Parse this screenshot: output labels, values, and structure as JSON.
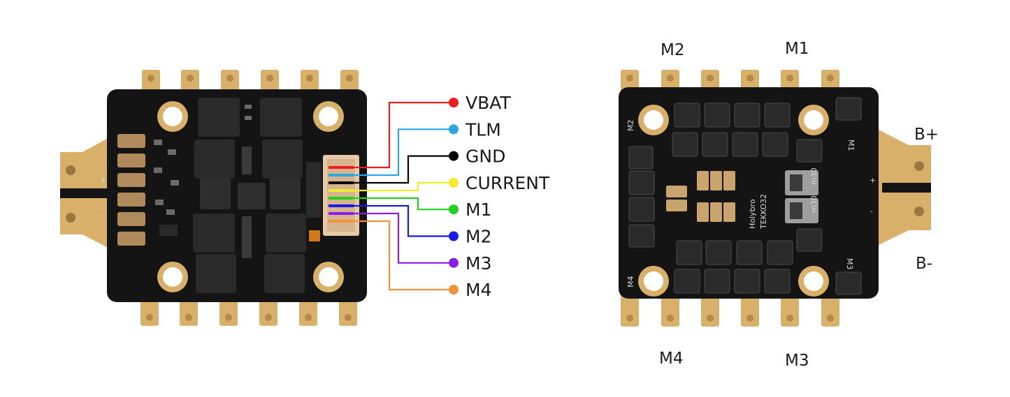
{
  "colors": {
    "background": "#ffffff",
    "pcb": "#141414",
    "pad_gold": "#d9b06a",
    "pad_gold_dark": "#b38a48",
    "chip": "#2a2a2a"
  },
  "wiring": [
    {
      "label": "VBAT",
      "color": "#ee1c1c"
    },
    {
      "label": "TLM",
      "color": "#2aa6e0"
    },
    {
      "label": "GND",
      "color": "#000000"
    },
    {
      "label": "CURRENT",
      "color": "#f2ec2a"
    },
    {
      "label": "M1",
      "color": "#22d022"
    },
    {
      "label": "M2",
      "color": "#1a1ae6"
    },
    {
      "label": "M3",
      "color": "#8a1ee8"
    },
    {
      "label": "M4",
      "color": "#f0923a"
    }
  ],
  "board_front": {
    "silk_plus": "+",
    "silk_minus": "-"
  },
  "board_back": {
    "top_labels": [
      "M2",
      "M1"
    ],
    "bottom_labels": [
      "M4",
      "M3"
    ],
    "power_labels": [
      "B+",
      "B-"
    ],
    "silk": {
      "m2": "M2",
      "m1": "M1",
      "m3": "M3",
      "m4": "M4",
      "plus": "+",
      "minus": "-",
      "brand": "Holybro",
      "model": "TEKKO32",
      "shunt": "m30"
    }
  }
}
